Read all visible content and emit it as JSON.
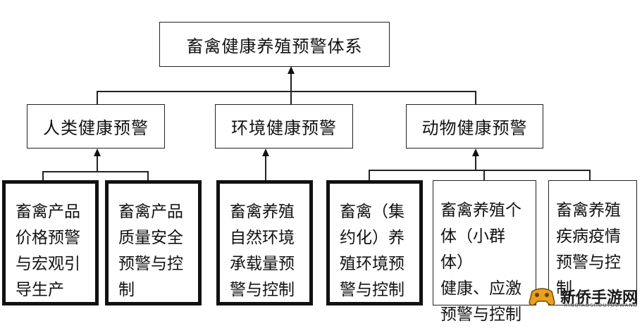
{
  "root": {
    "label": "畜禽健康养殖预警体系"
  },
  "branches": [
    {
      "label": "人类健康预警",
      "children": [
        {
          "label": "畜禽产品\n价格预警\n与宏观引\n导生产",
          "style": "thick"
        },
        {
          "label": "畜禽产品\n质量安全\n预警与控\n制",
          "style": "thick"
        }
      ]
    },
    {
      "label": "环境健康预警",
      "children": [
        {
          "label": "畜禽养殖\n自然环境\n承载量预\n警与控制",
          "style": "thick"
        }
      ]
    },
    {
      "label": "动物健康预警",
      "children": [
        {
          "label": "畜禽（集\n约化）养\n殖环境预\n警与控制",
          "style": "thick"
        },
        {
          "label": "畜禽养殖个\n体（小群体）\n健康、应激\n预警与控制",
          "style": "thin"
        },
        {
          "label": "畜禽养殖\n疾病疫情\n预警与控\n制",
          "style": "thin"
        }
      ]
    }
  ],
  "watermark": {
    "text": "新侨手游网",
    "subtext": "XINQIAOSHOUYOUWANG",
    "icon": "controller-icon"
  }
}
